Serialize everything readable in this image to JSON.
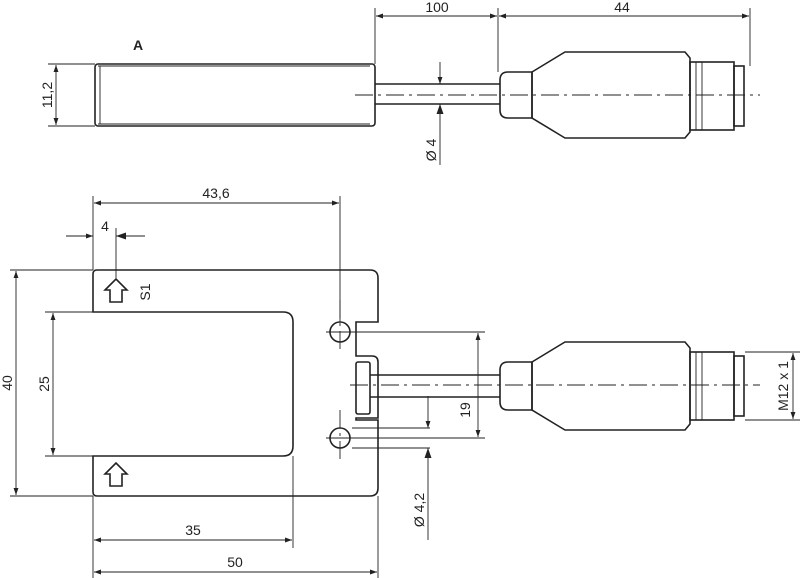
{
  "view_label": "A",
  "dimensions": {
    "cable_length": "100",
    "connector_length": "44",
    "height": "11,2",
    "cable_diameter": "Ø 4",
    "inner_depth": "43,6",
    "arrow_offset": "4",
    "total_height": "40",
    "slot_width": "25",
    "hole_distance": "19",
    "hole_diameter": "Ø 4,2",
    "slot_depth": "35",
    "total_length": "50",
    "thread": "M12 x 1"
  },
  "marking": "S1"
}
